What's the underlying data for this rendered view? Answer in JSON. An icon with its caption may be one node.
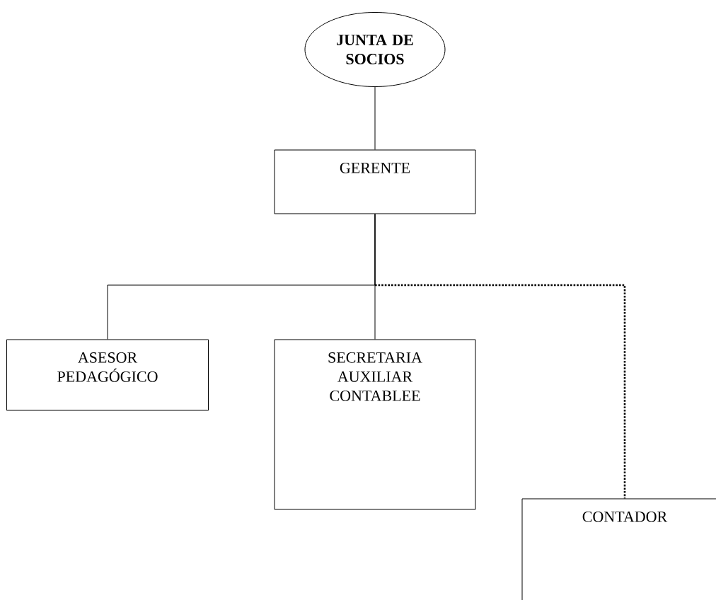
{
  "diagram": {
    "nodes": [
      {
        "text": [
          "JUNTA DE SOCIOS"
        ]
      },
      {
        "text": [
          "GERENTE"
        ]
      },
      {
        "text": [
          "ASESOR PEDAGÓGICO"
        ]
      },
      {
        "text": [
          "SECRETARIA AUXILIAR CONTABLEE"
        ]
      },
      {
        "text": [
          "CONTADOR"
        ]
      }
    ],
    "edges": [
      {
        "from": 0,
        "to": 1,
        "arrow": "none"
      },
      {
        "from": 1,
        "to": 2,
        "arrow": "none"
      },
      {
        "from": 1,
        "to": 3,
        "arrow": "none"
      },
      {
        "from": 1,
        "to": 4,
        "arrow": "none",
        "style": "dashed"
      }
    ]
  }
}
